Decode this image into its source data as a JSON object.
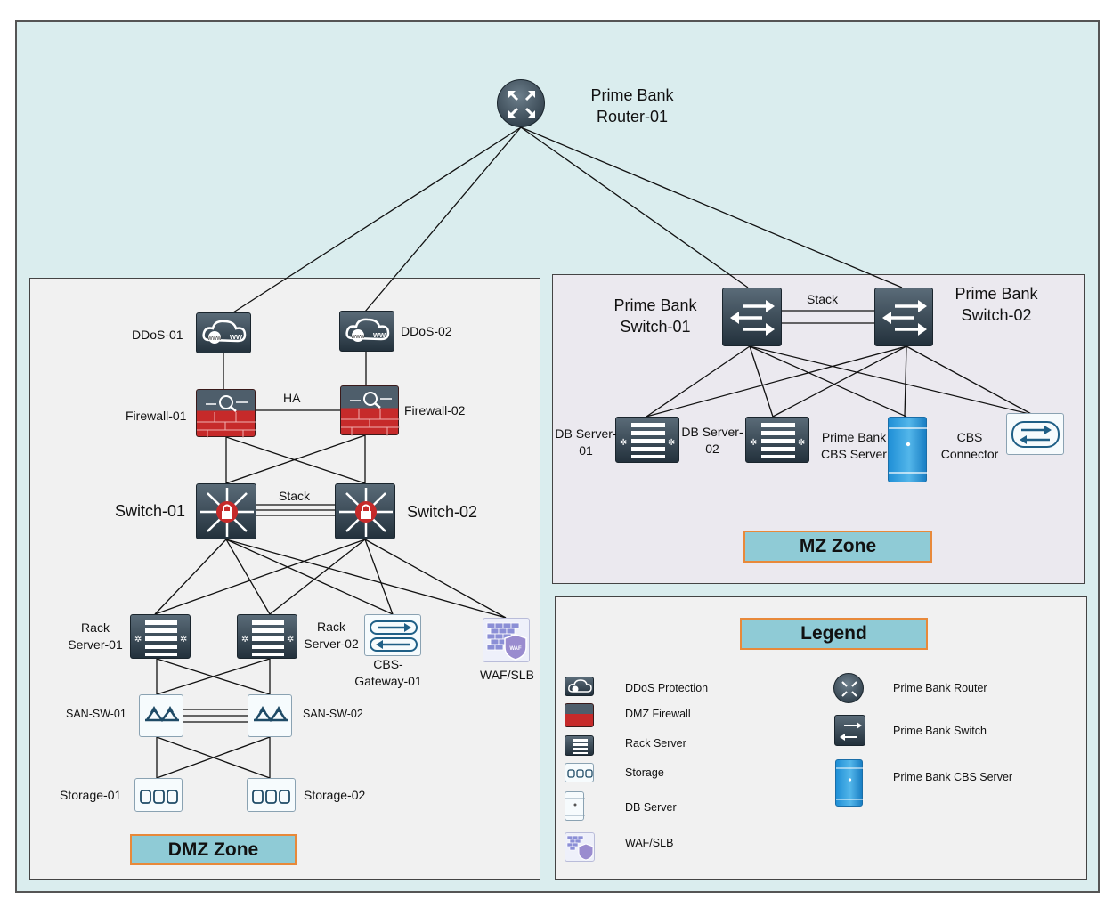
{
  "router": {
    "name": "Prime Bank\nRouter-01"
  },
  "dmz": {
    "zone_label": "DMZ Zone",
    "ddos1": "DDoS-01",
    "ddos2": "DDoS-02",
    "firewall1": "Firewall-01",
    "firewall2": "Firewall-02",
    "ha_label": "HA",
    "switch1": "Switch-01",
    "switch2": "Switch-02",
    "stack_label": "Stack",
    "rack1": "Rack\nServer-01",
    "rack2": "Rack\nServer-02",
    "cbs_gateway": "CBS-\nGateway-01",
    "waf": "WAF/SLB",
    "san1": "SAN-SW-01",
    "san2": "SAN-SW-02",
    "storage1": "Storage-01",
    "storage2": "Storage-02"
  },
  "mz": {
    "zone_label": "MZ Zone",
    "switch1": "Prime Bank\nSwitch-01",
    "switch2": "Prime Bank\nSwitch-02",
    "stack_label": "Stack",
    "db1": "DB Server-\n01",
    "db2": "DB Server-\n02",
    "cbs_server": "Prime Bank\nCBS Server",
    "cbs_connector": "CBS\nConnector"
  },
  "legend": {
    "title": "Legend",
    "items": [
      {
        "label": "DDoS Protection",
        "icon": "ddos-icon"
      },
      {
        "label": "DMZ Firewall",
        "icon": "firewall-icon"
      },
      {
        "label": "Rack Server",
        "icon": "rack-server-icon"
      },
      {
        "label": "Storage",
        "icon": "storage-icon"
      },
      {
        "label": "DB Server",
        "icon": "db-server-icon"
      },
      {
        "label": "WAF/SLB",
        "icon": "waf-icon"
      },
      {
        "label": "Prime Bank Router",
        "icon": "router-icon"
      },
      {
        "label": "Prime Bank Switch",
        "icon": "switch-icon"
      },
      {
        "label": "Prime Bank CBS Server",
        "icon": "cbs-server-icon"
      }
    ]
  },
  "colors": {
    "background": "#daedee",
    "zone_label_fill": "#8fcbd6",
    "zone_label_border": "#e8893a",
    "firewall_red": "#c62a2a",
    "cbs_blue": "#1f8fd6"
  }
}
